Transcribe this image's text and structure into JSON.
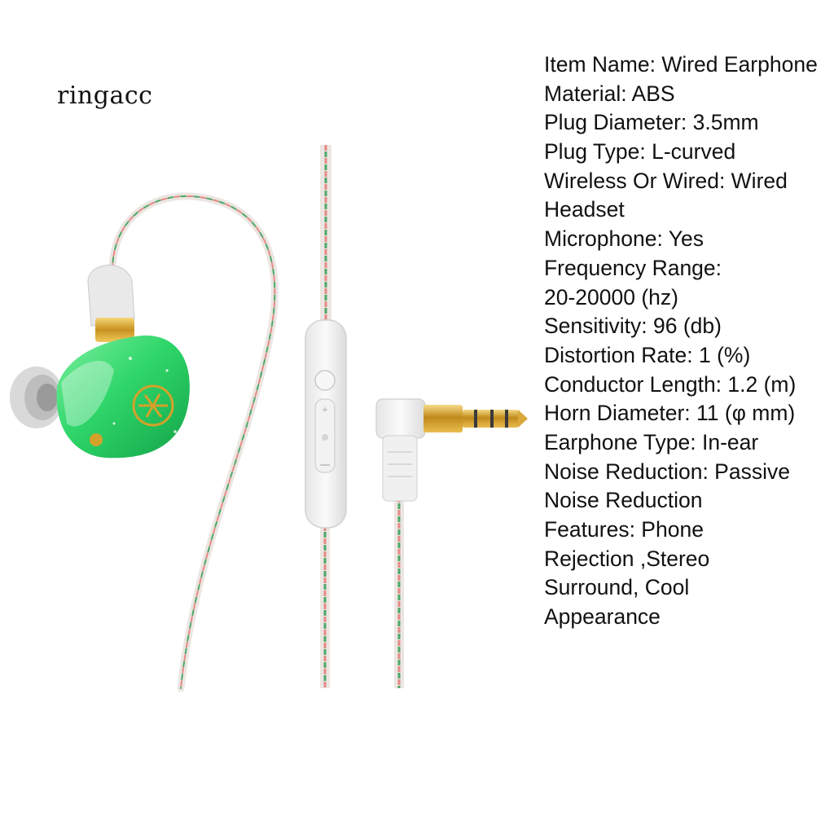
{
  "brand": {
    "name": "ringacc"
  },
  "product": {
    "image_icon": "wired-earphone-illustration",
    "colors": {
      "shell": "#2fd66a",
      "shell_dark": "#16a94b",
      "gold": "#d4a12a",
      "cable_red": "#e58a86",
      "cable_green": "#4ea86a",
      "cable_white": "#e9e3df",
      "housing": "#f3f3f3"
    }
  },
  "specs": {
    "lines": [
      "Item Name: Wired Earphone",
      "Material: ABS",
      "Plug Diameter: 3.5mm",
      "Plug Type: L-curved",
      "Wireless Or Wired: Wired",
      "Headset",
      "Microphone: Yes",
      "Frequency Range:",
      "20-20000 (hz)",
      "Sensitivity: 96 (db)",
      "Distortion Rate: 1 (%)",
      "Conductor Length: 1.2 (m)",
      "Horn Diameter: 11 (φ mm)",
      "Earphone Type: In-ear",
      "Noise Reduction: Passive",
      "Noise Reduction",
      "Features: Phone",
      "Rejection ,Stereo",
      "Surround, Cool",
      "Appearance"
    ]
  }
}
